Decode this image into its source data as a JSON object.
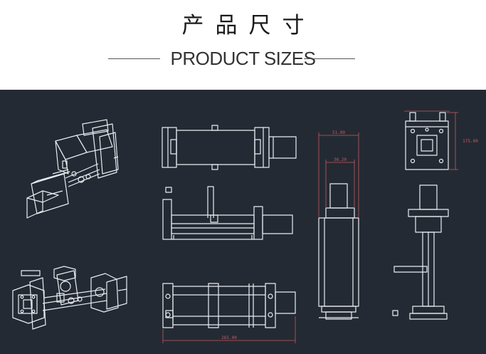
{
  "header": {
    "title_cn": "产品尺寸",
    "title_en": "PRODUCT SIZES"
  },
  "drawing": {
    "background": "#242a33",
    "line_color": "#e9edf2",
    "dimension_color": "#c25b63",
    "dimensions": {
      "overall_height": "175.00",
      "plate_width_outer": "51.00",
      "plate_width_inner": "36.20",
      "length": "265.00"
    }
  }
}
